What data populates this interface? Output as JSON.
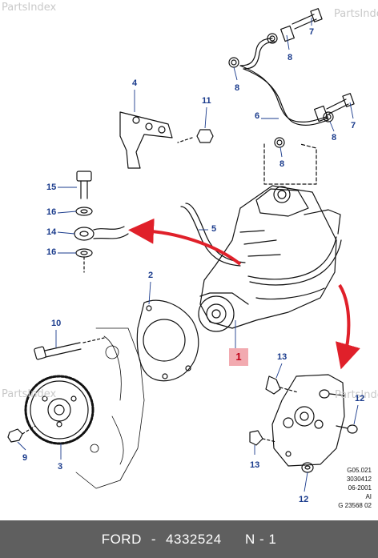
{
  "watermark": "PartsIndex",
  "callouts": {
    "c1": "1",
    "c2": "2",
    "c3": "3",
    "c4": "4",
    "c5": "5",
    "c6": "6",
    "c7a": "7",
    "c7b": "7",
    "c8a": "8",
    "c8b": "8",
    "c8c": "8",
    "c8d": "8",
    "c9": "9",
    "c10": "10",
    "c11": "11",
    "c12a": "12",
    "c12b": "12",
    "c13a": "13",
    "c13b": "13",
    "c14": "14",
    "c15": "15",
    "c16a": "16",
    "c16b": "16"
  },
  "reference": [
    "G05.021",
    "3030412",
    "06-2001",
    "AI",
    "G 23568 02"
  ],
  "footer": {
    "brand": "FORD",
    "separator": "-",
    "part_number": "4332524",
    "position": "N - 1"
  },
  "colors": {
    "callout": "#1a3b8c",
    "arrow": "#e0202a",
    "highlight_bg": "#f2aab0",
    "highlight_text": "#c00018",
    "footer_bg": "#5f5f5f"
  }
}
